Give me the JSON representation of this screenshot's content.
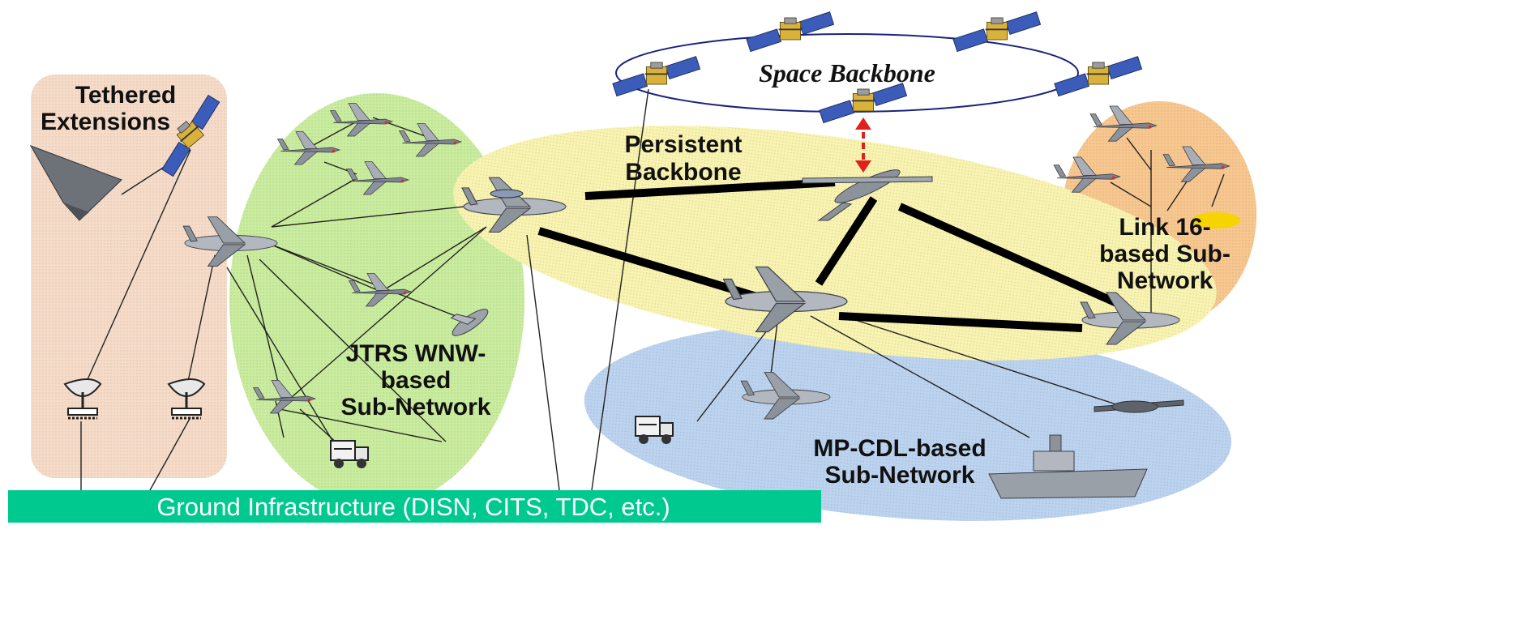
{
  "labels": {
    "tethered": [
      "Tethered",
      "Extensions"
    ],
    "space_backbone": "Space Backbone",
    "persistent": [
      "Persistent",
      "Backbone"
    ],
    "link16": [
      "Link 16-",
      "based Sub-",
      "Network"
    ],
    "jtrs": [
      "JTRS WNW-",
      "based",
      "Sub-Network"
    ],
    "mpcdl": [
      "MP-CDL-based",
      "Sub-Network"
    ],
    "ground": "Ground Infrastructure (DISN, CITS, TDC, etc.)"
  },
  "colors": {
    "tethered_region": "#f6dcc8",
    "jtrs_region": "#c9ec9e",
    "persistent_region": "#f8f3b0",
    "link16_region": "#f7c78f",
    "mpcdl_region": "#bcd3ef",
    "ground_bar": "#00c98f",
    "space_ring": "#1a237e",
    "crosslink": "#e0201b"
  },
  "icons": [
    "satellite-icon",
    "stealth-bomber-icon",
    "fighter-jet-icon",
    "awacs-icon",
    "tanker-icon",
    "uav-icon",
    "airliner-icon",
    "satellite-dish-icon",
    "truck-icon",
    "ship-icon"
  ]
}
